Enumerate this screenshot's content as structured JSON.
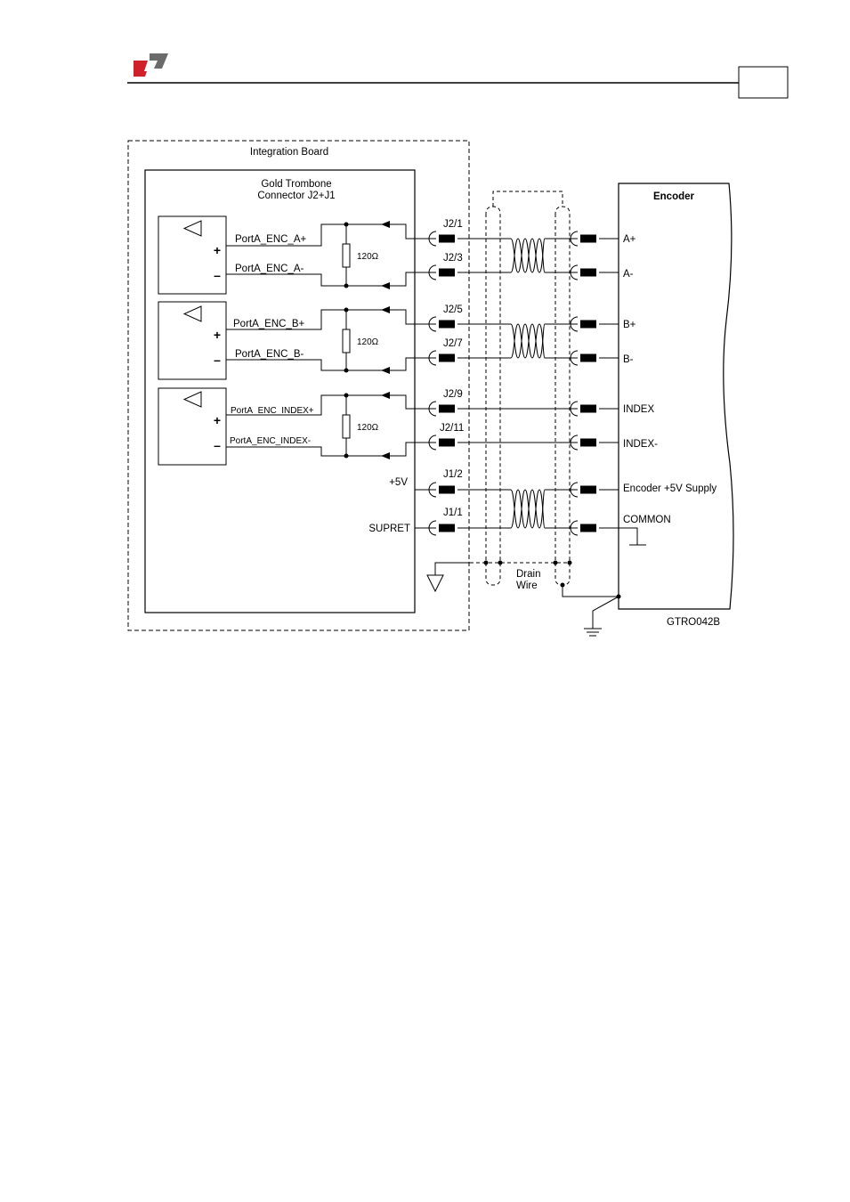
{
  "header": {
    "logo_colors": {
      "red": "#d0202a",
      "gray": "#6b6b6b"
    },
    "page_box": ""
  },
  "diagram": {
    "integration_board_label": "Integration Board",
    "connector_title_line1": "Gold Trombone",
    "connector_title_line2": "Connector J2+J1",
    "resistor_label": "120Ω",
    "plus_sign": "+",
    "minus_sign": "–",
    "signals": [
      {
        "name": "PortA_ENC_A+",
        "pin": "J2/1",
        "encoder": "A+"
      },
      {
        "name": "PortA_ENC_A-",
        "pin": "J2/3",
        "encoder": "A-"
      },
      {
        "name": "PortA_ENC_B+",
        "pin": "J2/5",
        "encoder": "B+"
      },
      {
        "name": "PortA_ENC_B-",
        "pin": "J2/7",
        "encoder": "B-"
      },
      {
        "name": "PortA_ENC_INDEX+",
        "pin": "J2/9",
        "encoder": "INDEX"
      },
      {
        "name": "PortA_ENC_INDEX-",
        "pin": "J2/11",
        "encoder": "INDEX-"
      },
      {
        "name": "+5V",
        "pin": "J1/2",
        "encoder": "Encoder +5V Supply"
      },
      {
        "name": "SUPRET",
        "pin": "J1/1",
        "encoder": "COMMON"
      }
    ],
    "encoder_title": "Encoder",
    "drain_line1": "Drain",
    "drain_line2": "Wire",
    "figure_id": "GTRO042B"
  }
}
